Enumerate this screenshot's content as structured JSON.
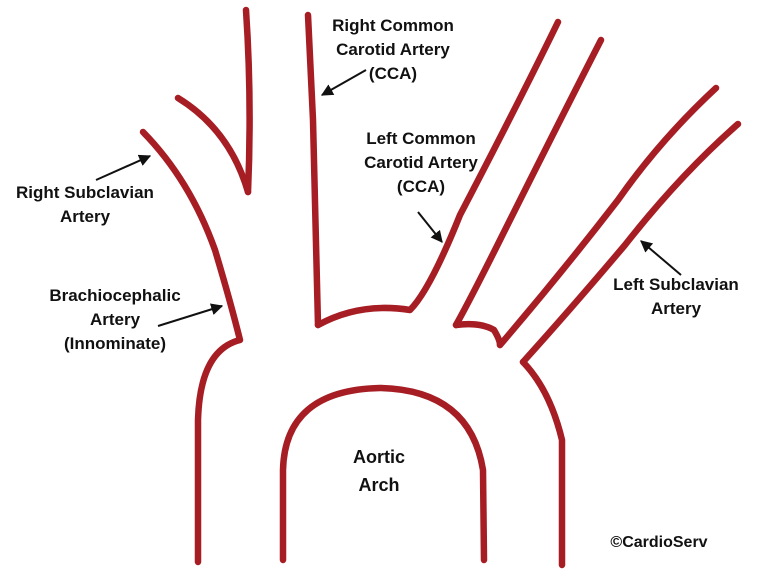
{
  "colors": {
    "vessel": "#a61d24",
    "text": "#111111",
    "arrow": "#111111"
  },
  "labels": {
    "right_cca": [
      "Right Common",
      "Carotid Artery",
      "(CCA)"
    ],
    "left_cca": [
      "Left Common",
      "Carotid Artery",
      "(CCA)"
    ],
    "right_subclavian": [
      "Right Subclavian",
      "Artery"
    ],
    "brachiocephalic": [
      "Brachiocephalic",
      "Artery",
      "(Innominate)"
    ],
    "left_subclavian": [
      "Left Subclavian",
      "Artery"
    ],
    "aortic_arch": [
      "Aortic",
      "Arch"
    ],
    "copyright": "©CardioServ"
  }
}
